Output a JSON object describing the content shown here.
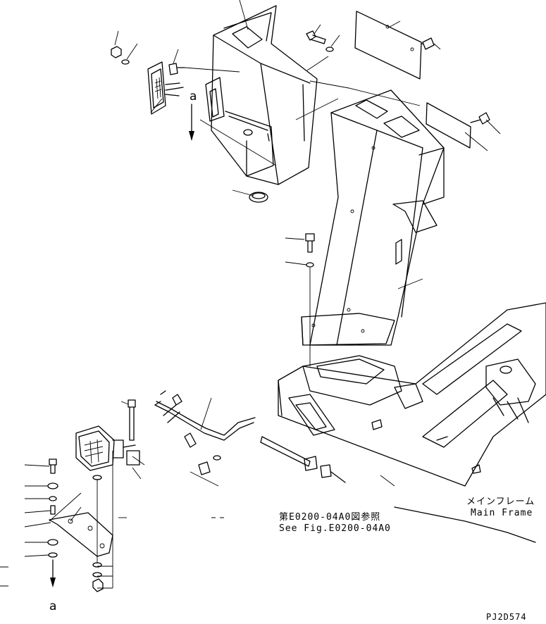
{
  "diagram": {
    "view_marker": "a",
    "main_frame_jp": "メインフレーム",
    "main_frame_en": "Main Frame",
    "see_fig_jp": "第E0200-04A0図参照",
    "see_fig_en": "See Fig.E0200-04A0",
    "drawing_code": "PJ2D574"
  }
}
